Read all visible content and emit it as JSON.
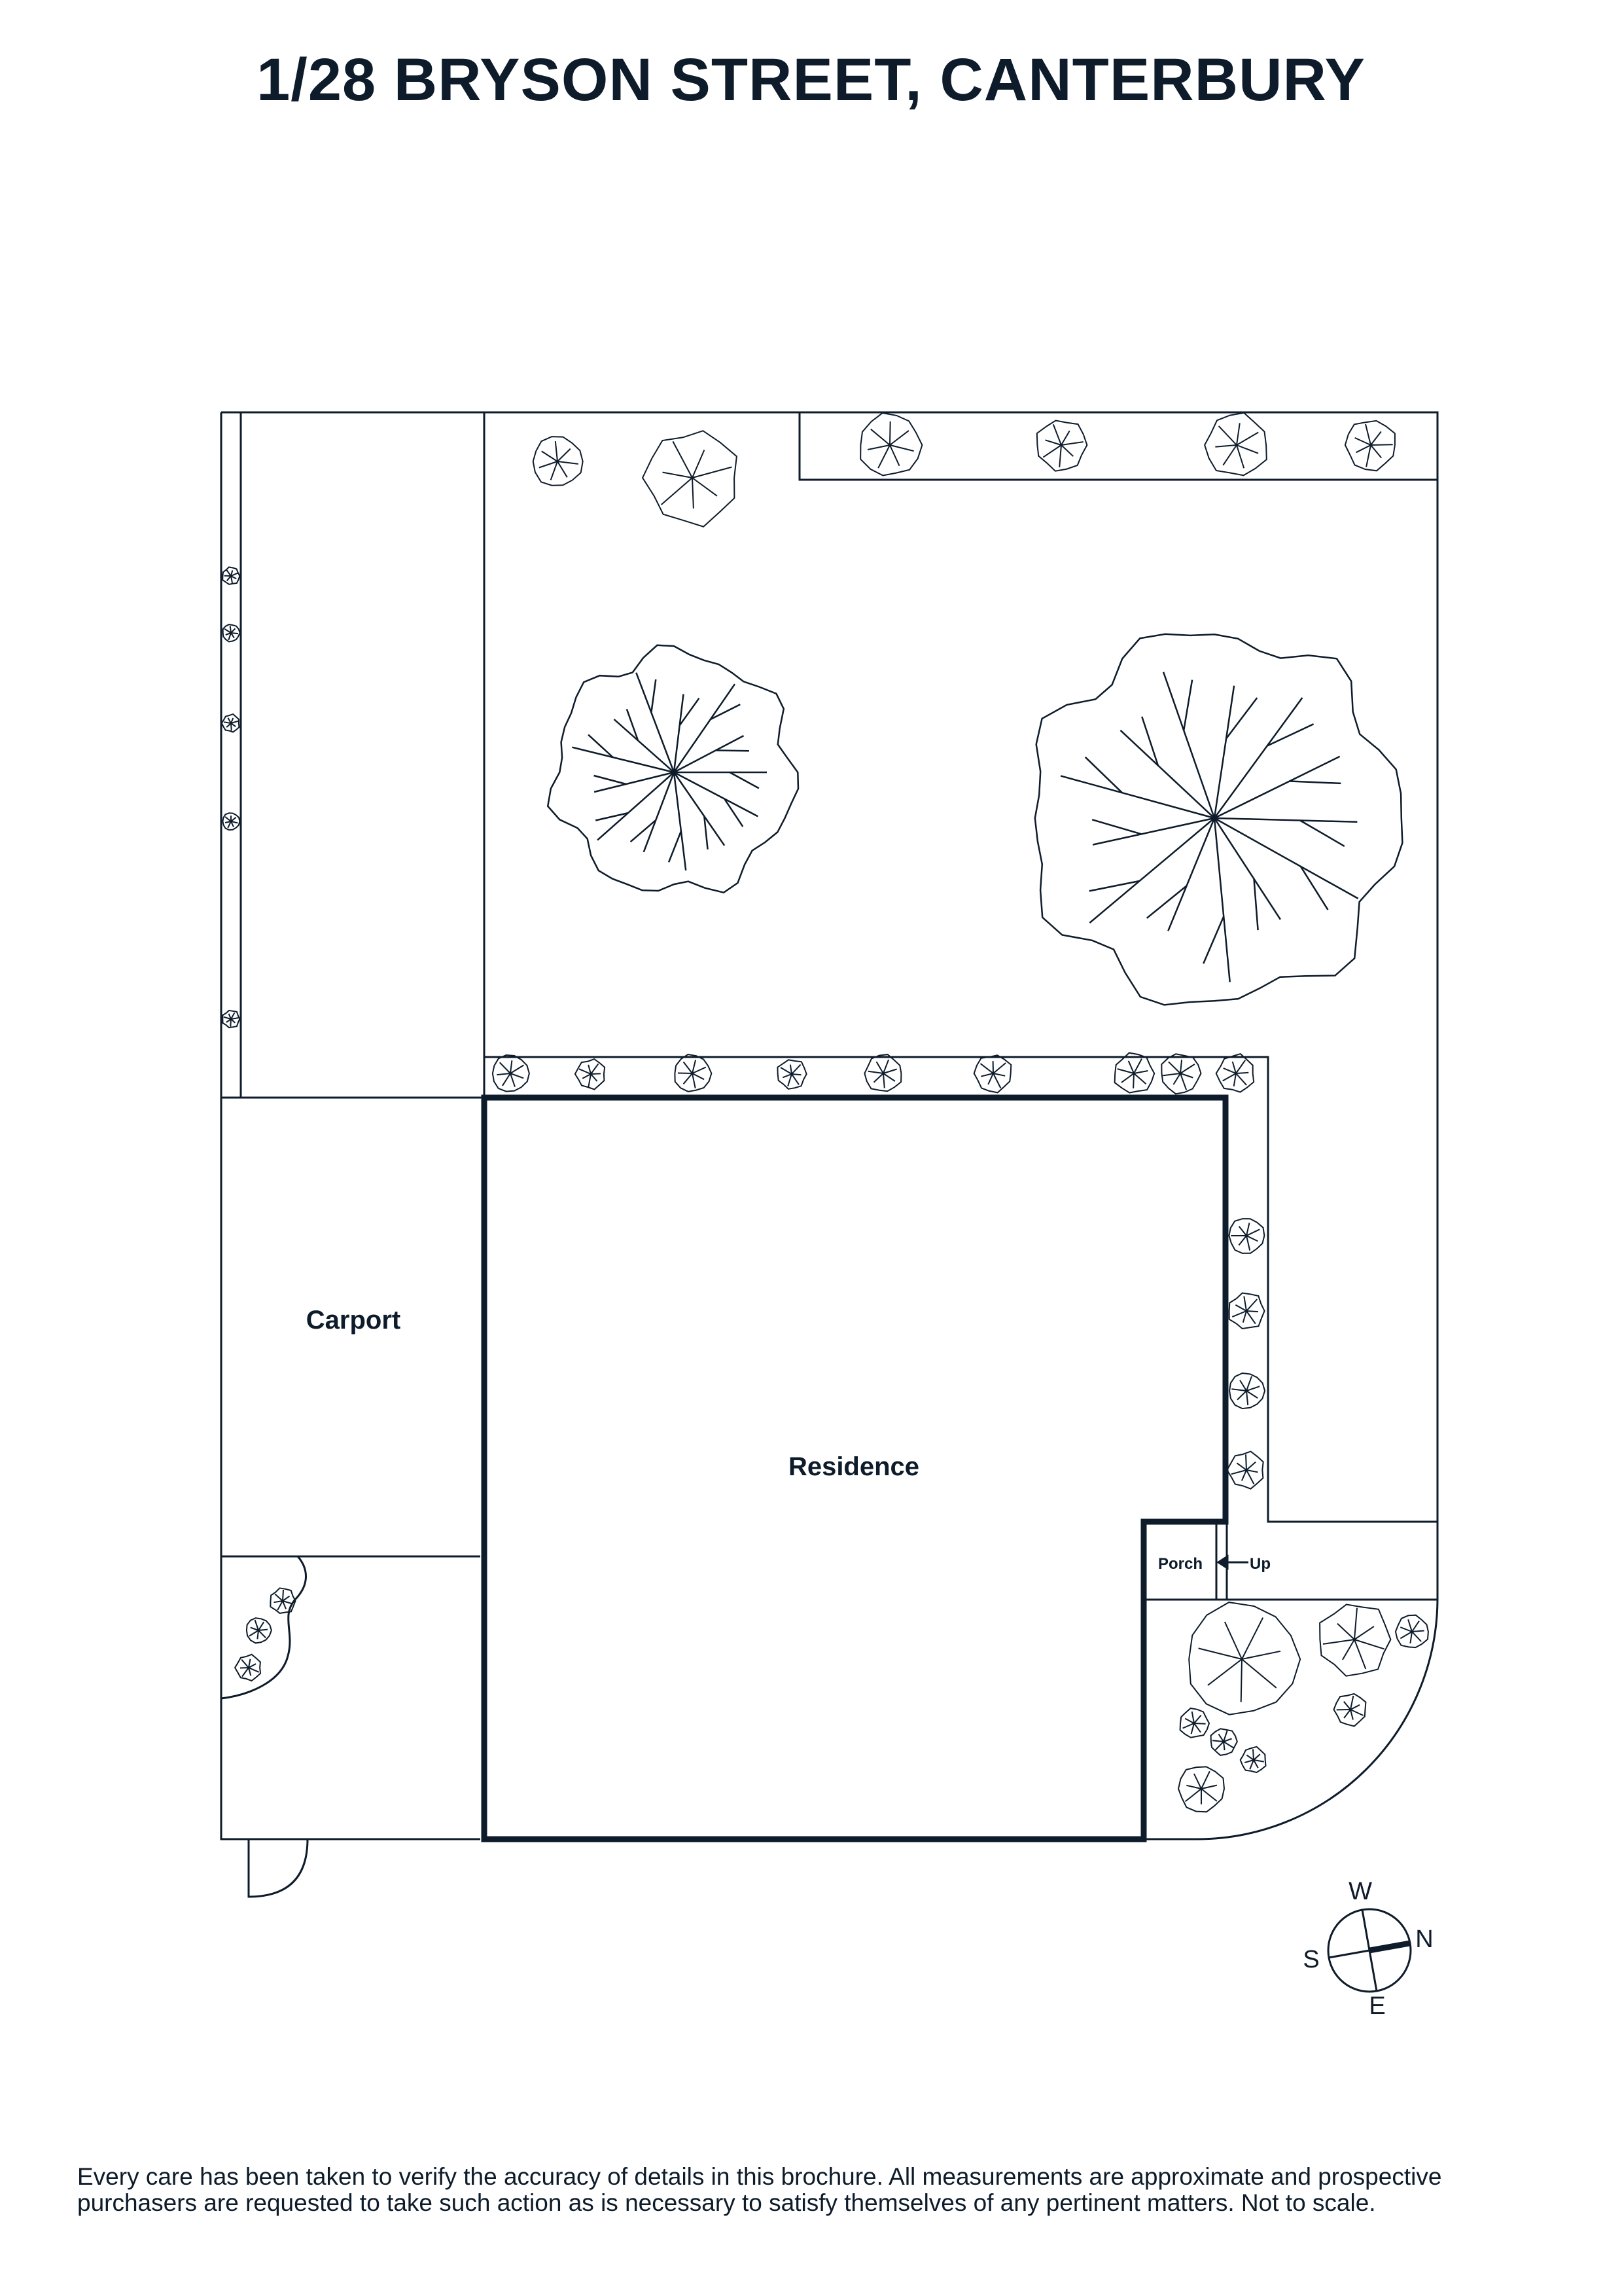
{
  "title": "1/28 BRYSON STREET, CANTERBURY",
  "rooms": {
    "carport": "Carport",
    "residence": "Residence",
    "porch": "Porch",
    "up": "Up"
  },
  "compass": {
    "north": "N",
    "south": "S",
    "east": "E",
    "west": "W"
  },
  "disclaimer": {
    "line1": "Every care has been taken to verify the accuracy of details in this brochure. All measurements are approximate and prospective",
    "line2": "purchasers are requested to take such action as is necessary to satisfy themselves of any pertinent matters. Not to scale."
  },
  "colors": {
    "ink": "#0d1b2a",
    "background": "#ffffff"
  }
}
